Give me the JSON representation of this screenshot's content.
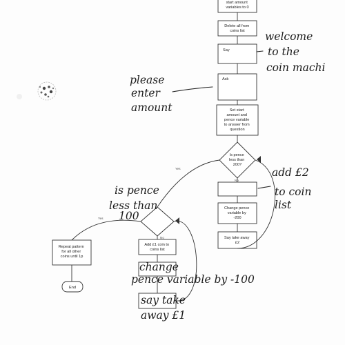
{
  "flowchart": {
    "main": {
      "box_start": [
        "start amount",
        "variables to 0"
      ],
      "box_delete": [
        "Delete all from",
        "coins list"
      ],
      "box_say": "Say",
      "box_ask": "Ask",
      "box_set": [
        "Set start",
        "amount and",
        "pence variable",
        "to answer from",
        "question"
      ],
      "decision_200": [
        "Is pence",
        "less than",
        "200?"
      ],
      "yes_200": "Yes",
      "no_200": "No",
      "box_change200": [
        "Change pence",
        "variable by",
        "-200"
      ],
      "box_say2": [
        "Say take away",
        "£2"
      ]
    },
    "branch": {
      "yes_100": "Yes",
      "no_100": "No",
      "box_add1": [
        "Add £1 coin to",
        "coins list"
      ],
      "box_repeat": [
        "Repeat pattern",
        "for all other",
        "coins until 1p"
      ],
      "end_label": "End"
    }
  },
  "handwriting": {
    "welcome": [
      "welcome",
      "to the",
      "coin machi"
    ],
    "please": [
      "please",
      "enter",
      "amount"
    ],
    "add2": [
      "add £2",
      "to coin",
      "list"
    ],
    "less100": [
      "is pence",
      "less than",
      "100"
    ],
    "change100": [
      "change",
      "pence variable by -100"
    ],
    "say1": [
      "say take",
      "away £1"
    ]
  }
}
